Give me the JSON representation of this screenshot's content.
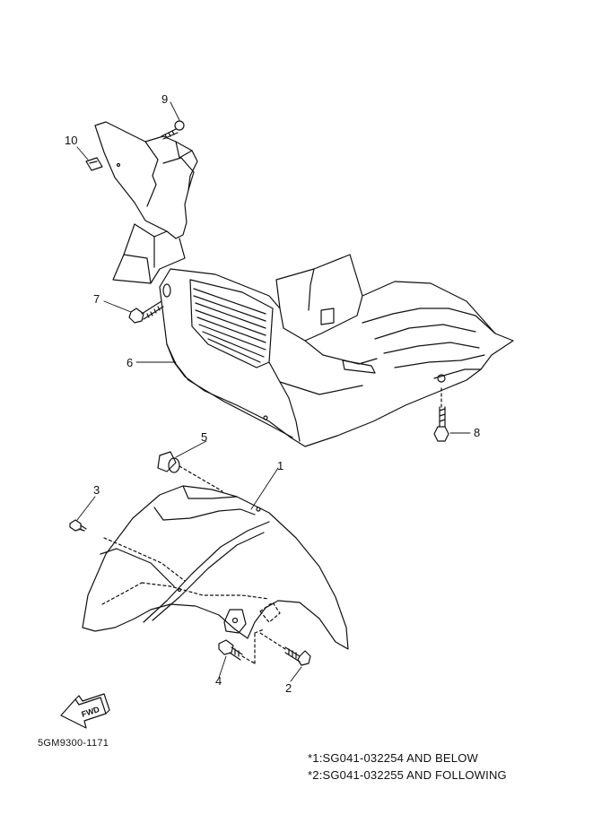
{
  "callouts": {
    "c1": "1",
    "c2": "2",
    "c3": "3",
    "c4": "4",
    "c5": "5",
    "c6": "6",
    "c7": "7",
    "c8": "8",
    "c9": "9",
    "c10": "10"
  },
  "fwd_arrow": {
    "label": "FWD"
  },
  "diagram_code": "5GM9300-1171",
  "notes": [
    "*1:SG041-032254 AND BELOW",
    "*2:SG041-032255 AND FOLLOWING"
  ],
  "line_color": "#111111"
}
